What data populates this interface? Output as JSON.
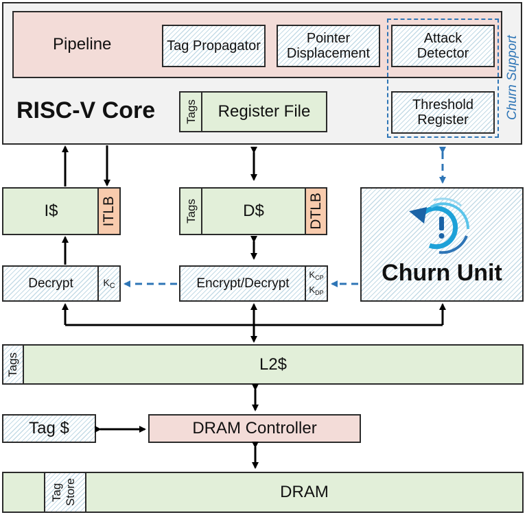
{
  "core": {
    "label": "RISC-V Core",
    "pipeline": "Pipeline",
    "tag_propagator": "Tag Propagator",
    "pointer_displacement": "Pointer Displacement",
    "attack_detector": "Attack Detector",
    "register_file_tags": "Tags",
    "register_file": "Register File",
    "threshold_register": "Threshold Register",
    "churn_support": "Churn Support"
  },
  "icache": {
    "label": "I$",
    "tlb": "ITLB"
  },
  "dcache": {
    "tags": "Tags",
    "label": "D$",
    "tlb": "DTLB"
  },
  "churn_unit": {
    "label": "Churn Unit"
  },
  "decrypt": {
    "label": "Decrypt",
    "key": "K",
    "key_sub": "C"
  },
  "encrypt": {
    "label": "Encrypt/Decrypt",
    "key": "K",
    "key1_sub": "CP",
    "key2_sub": "DP"
  },
  "l2": {
    "tags": "Tags",
    "label": "L2$"
  },
  "tag_cache": {
    "label": "Tag $"
  },
  "dram_controller": {
    "label": "DRAM Controller"
  },
  "dram": {
    "tag_store": "Tag Store",
    "label": "DRAM"
  },
  "colors": {
    "green": "#e2efd9",
    "pink": "#f3dcd8",
    "orange": "#f8cbad",
    "gray": "#f2f2f2",
    "blue_dashed": "#2e75b6"
  }
}
